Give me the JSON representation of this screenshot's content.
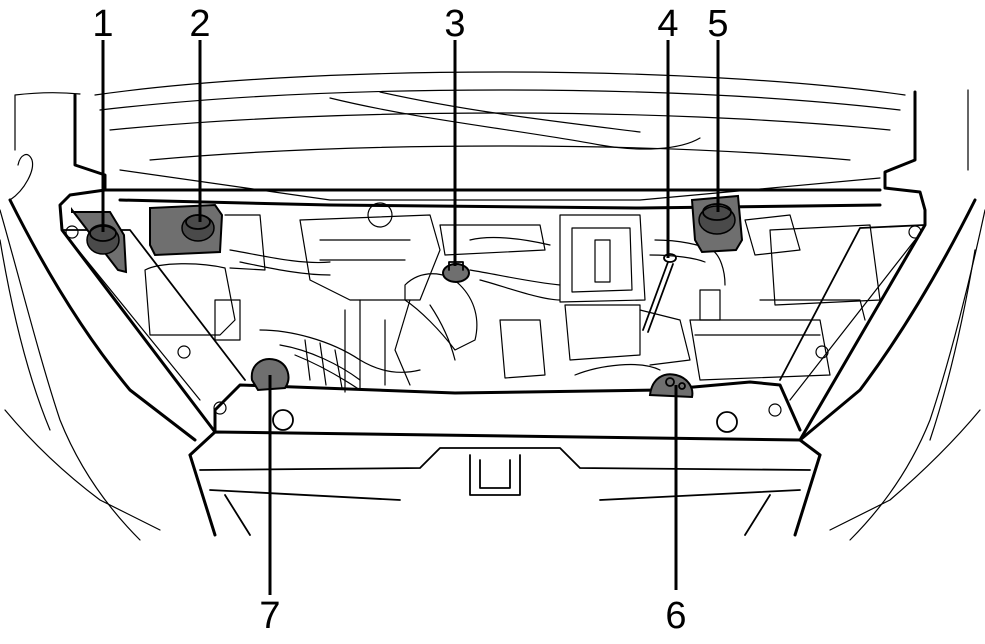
{
  "callouts": [
    {
      "id": "1",
      "label": "1"
    },
    {
      "id": "2",
      "label": "2"
    },
    {
      "id": "3",
      "label": "3"
    },
    {
      "id": "4",
      "label": "4"
    },
    {
      "id": "5",
      "label": "5"
    },
    {
      "id": "6",
      "label": "6"
    },
    {
      "id": "7",
      "label": "7"
    }
  ],
  "colors": {
    "line": "#000000",
    "highlight": "#6f6f6f",
    "highlight_dark": "#4a4a4a",
    "background": "#ffffff"
  }
}
